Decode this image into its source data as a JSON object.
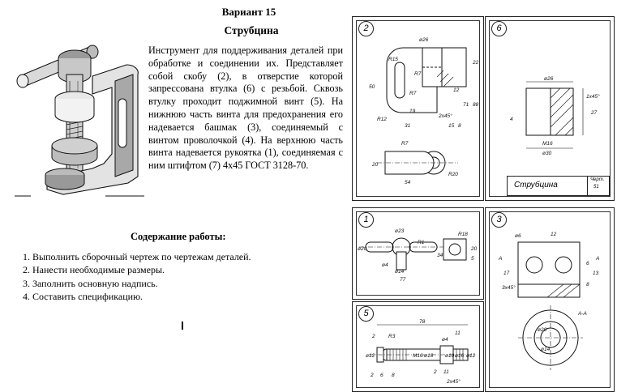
{
  "document": {
    "variant": "Вариант 15",
    "title": "Струбцина",
    "description": "Инструмент для поддерживания деталей при обработке и соединении их. Представляет собой скобу (2), в отверстие которой запрессована втулка (6) с резьбой. Сквозь втулку проходит поджимной винт (5). На нижнюю часть винта для предохранения его надевается башмак (3), соединяемый с винтом проволочкой (4). На верхнюю часть винта надевается рукоятка (1), соединяемая с ним штифтом (7) 4x45 ГОСТ 3128-70.",
    "tasks_heading": "Содержание работы:",
    "tasks": [
      "1.  Выполнить сборочный чертеж по чертежам деталей.",
      "2.  Нанести необходимые размеры.",
      "3.  Заполнить основную надпись.",
      "4.  Составить спецификацию."
    ]
  },
  "panels": {
    "p2": {
      "number": "2",
      "dims": [
        "ø26",
        "R15",
        "22",
        "50",
        "R7",
        "12",
        "71",
        "88",
        "R7",
        "R12",
        "19",
        "2x45°",
        "31",
        "15",
        "8",
        "R7",
        "20",
        "R20",
        "54"
      ]
    },
    "p6": {
      "number": "6",
      "dims": [
        "ø26",
        "1x45°",
        "27",
        "4",
        "M16",
        "ø30"
      ]
    },
    "p1": {
      "number": "1",
      "dims": [
        "ø23",
        "ø20",
        "R1",
        "R18",
        "34",
        "20",
        "5",
        "ø14",
        "ø4",
        "77"
      ]
    },
    "p3": {
      "number": "3",
      "dims": [
        "ø6",
        "12",
        "A",
        "A",
        "17",
        "6",
        "13",
        "8",
        "3x45°",
        "A-A",
        "ø20",
        "ø14"
      ]
    },
    "p5": {
      "number": "5",
      "dims": [
        "78",
        "2",
        "R3",
        "11",
        "ø12",
        "M16",
        "ø18",
        "ø4",
        "ø10",
        "ø16",
        "ø12",
        "2",
        "6",
        "8",
        "2",
        "11",
        "2x45°"
      ]
    }
  },
  "title_block": {
    "name": "Струбцина",
    "sheet_label": "Черт.",
    "sheet_number": "51"
  }
}
